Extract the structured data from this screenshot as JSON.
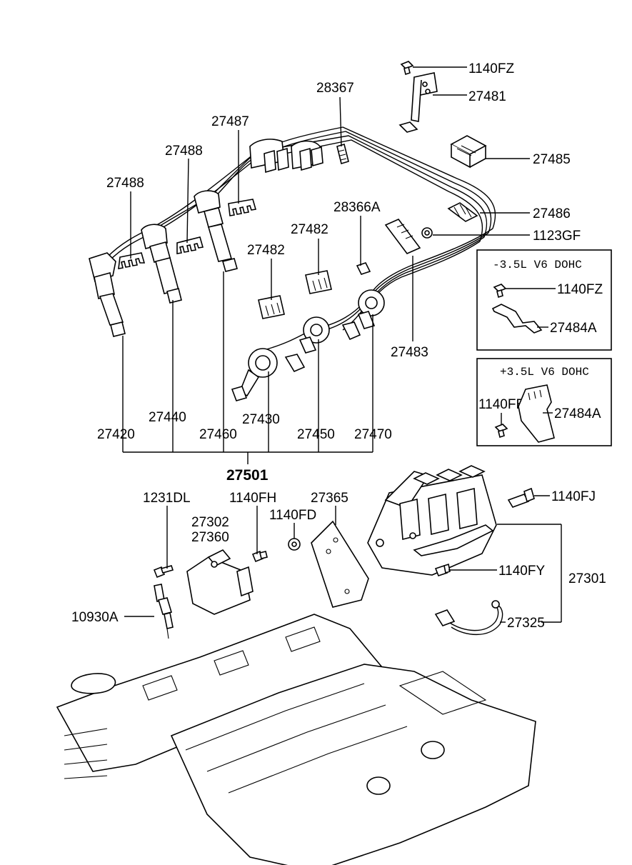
{
  "diagram": {
    "labels": {
      "l1140FZ": "1140FZ",
      "l27481": "27481",
      "l28367": "28367",
      "l27487": "27487",
      "l27485": "27485",
      "l27488a": "27488",
      "l27488b": "27488",
      "l27486": "27486",
      "l28366A": "28366A",
      "l1123GF": "1123GF",
      "l27482a": "27482",
      "l27482b": "27482",
      "l27483": "27483",
      "l27440": "27440",
      "l27430": "27430",
      "l27420": "27420",
      "l27460": "27460",
      "l27450": "27450",
      "l27470": "27470",
      "l27501": "27501",
      "l1231DL": "1231DL",
      "l1140FH": "1140FH",
      "l27365": "27365",
      "l1140FD": "1140FD",
      "l27302": "27302",
      "l27360": "27360",
      "l1140FJ": "1140FJ",
      "l1140FY": "1140FY",
      "l27301": "27301",
      "l10930A": "10930A",
      "l27325": "27325"
    },
    "inset_minus": {
      "title": "-3.5L V6 DOHC",
      "bolt": "1140FZ",
      "bracket": "27484A"
    },
    "inset_plus": {
      "title": "+3.5L V6 DOHC",
      "bolt": "1140FB",
      "bracket": "27484A"
    }
  }
}
